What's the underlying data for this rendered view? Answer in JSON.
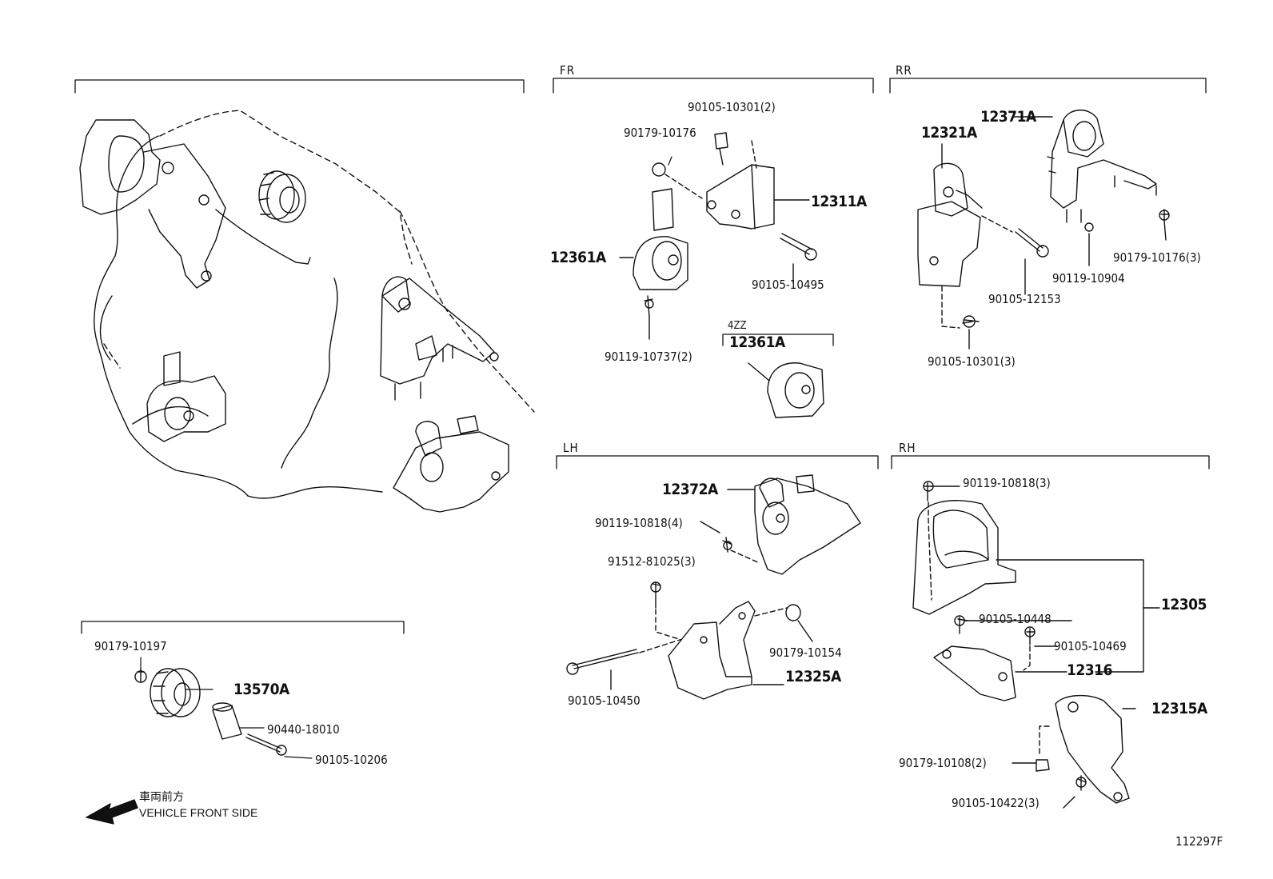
{
  "sections": {
    "fr": "FR",
    "rr": "RR",
    "lh": "LH",
    "rh": "RH",
    "variant_4zz": "4ZZ"
  },
  "parts": {
    "p_12361A": "12361A",
    "p_12361A_4zz": "12361A",
    "p_90105_10301_2": "90105-10301(2)",
    "p_90179_10176": "90179-10176",
    "p_12311A": "12311A",
    "p_90105_10495": "90105-10495",
    "p_90119_10737_2": "90119-10737(2)",
    "p_12321A": "12321A",
    "p_12371A": "12371A",
    "p_90179_10176_3": "90179-10176(3)",
    "p_90119_10904": "90119-10904",
    "p_90105_12153": "90105-12153",
    "p_90105_10301_3": "90105-10301(3)",
    "p_12372A": "12372A",
    "p_90119_10818_4": "90119-10818(4)",
    "p_91512_81025_3": "91512-81025(3)",
    "p_90179_10154": "90179-10154",
    "p_12325A": "12325A",
    "p_90105_10450": "90105-10450",
    "p_90119_10818_3": "90119-10818(3)",
    "p_12305": "12305",
    "p_90105_10448": "90105-10448",
    "p_90105_10469": "90105-10469",
    "p_12316": "12316",
    "p_12315A": "12315A",
    "p_90179_10108_2": "90179-10108(2)",
    "p_90105_10422_3": "90105-10422(3)",
    "p_90179_10197": "90179-10197",
    "p_13570A": "13570A",
    "p_90440_18010": "90440-18010",
    "p_90105_10206": "90105-10206"
  },
  "legend": {
    "front_jp": "車両前方",
    "front_en": "VEHICLE FRONT SIDE"
  },
  "figure_id": "112297F"
}
